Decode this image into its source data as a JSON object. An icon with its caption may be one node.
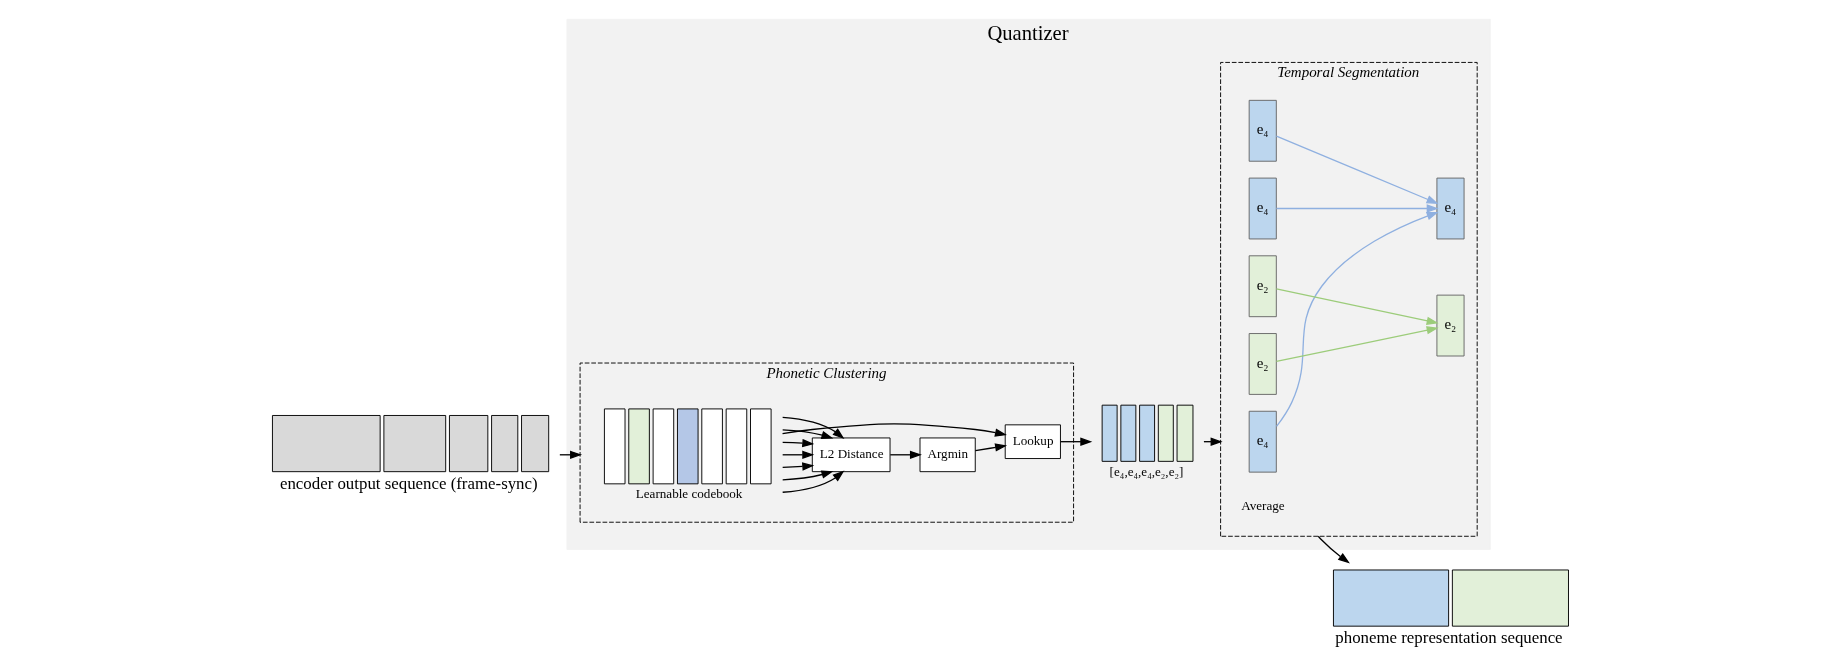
{
  "diagram": {
    "nodes": [
      {
        "text": [
          "Quantizer"
        ]
      },
      {
        "text": [
          "Phonetic Clustering"
        ],
        "in": 0
      },
      {
        "text": [
          "Temporal Segmentation"
        ],
        "in": 0
      },
      {
        "text": [
          "encoder output sequence (frame-sync)"
        ]
      },
      {
        "text": [
          "Argmin"
        ],
        "in": 1
      },
      {
        "text": [
          "L2 Distance"
        ],
        "in": 1
      },
      {
        "text": [
          "Learnable codebook"
        ],
        "in": 1
      },
      {
        "text": [
          "Lookup"
        ],
        "in": 1
      },
      {
        "text": [
          "[e₄,e₄,e₄,e₂,e₂]"
        ],
        "in": 0
      },
      {
        "text": [
          "phoneme representation sequence"
        ]
      },
      {
        "text": [
          "e₄"
        ],
        "in": 2
      },
      {
        "text": [
          "e₄"
        ],
        "in": 2
      },
      {
        "text": [
          "e₄"
        ],
        "in": 2
      },
      {
        "text": [
          "e₂"
        ],
        "in": 2
      },
      {
        "text": [
          "e₂"
        ],
        "in": 2
      },
      {
        "text": [
          "e₄"
        ],
        "in": 2
      },
      {
        "text": [
          "e₂"
        ],
        "in": 2
      }
    ],
    "edges": [
      {
        "from": 3,
        "to": 1,
        "arrow": "to"
      },
      {
        "from": 6,
        "to": 5,
        "arrow": "to"
      },
      {
        "from": 6,
        "to": 5,
        "arrow": "to"
      },
      {
        "from": 6,
        "to": 5,
        "arrow": "to"
      },
      {
        "from": 6,
        "to": 5,
        "arrow": "to"
      },
      {
        "from": 6,
        "to": 5,
        "arrow": "to"
      },
      {
        "from": 6,
        "to": 5,
        "arrow": "to"
      },
      {
        "from": 6,
        "to": 5,
        "arrow": "to"
      },
      {
        "from": 5,
        "to": 4,
        "arrow": "to"
      },
      {
        "from": 4,
        "to": 7,
        "arrow": "to"
      },
      {
        "from": 6,
        "to": 7,
        "arrow": "to"
      },
      {
        "from": 7,
        "to": 8,
        "arrow": "to"
      },
      {
        "from": 8,
        "to": 2,
        "arrow": "to"
      },
      {
        "from": 2,
        "to": 9,
        "arrow": "to"
      },
      {
        "from": 10,
        "to": 15,
        "arrow": "to",
        "color": "#8fb0e0"
      },
      {
        "from": 11,
        "to": 15,
        "arrow": "to",
        "color": "#8fb0e0"
      },
      {
        "from": 12,
        "to": 15,
        "arrow": "to",
        "color": "#8fb0e0"
      },
      {
        "from": 13,
        "to": 16,
        "arrow": "to",
        "color": "#9ccc7a"
      },
      {
        "from": 14,
        "to": 16,
        "arrow": "to",
        "color": "#9ccc7a"
      }
    ],
    "labels": [
      "Average"
    ]
  }
}
